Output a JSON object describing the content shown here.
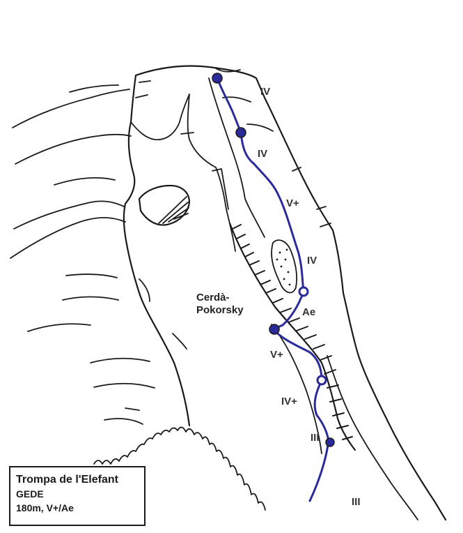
{
  "colors": {
    "ink": "#1a1a1a",
    "route": "#2a2a9a",
    "label": "#333333"
  },
  "route_info": {
    "name": "Trompa de l'Elefant",
    "author": "GEDE",
    "length_grade": "180m, V+/Ae"
  },
  "neighbor_route": {
    "line1": "Cerdà-",
    "line2": "Pokorsky"
  },
  "pitch_grades": [
    "IV",
    "IV",
    "V+",
    "IV",
    "Ae",
    "V+",
    "IV+",
    "III",
    "III"
  ]
}
